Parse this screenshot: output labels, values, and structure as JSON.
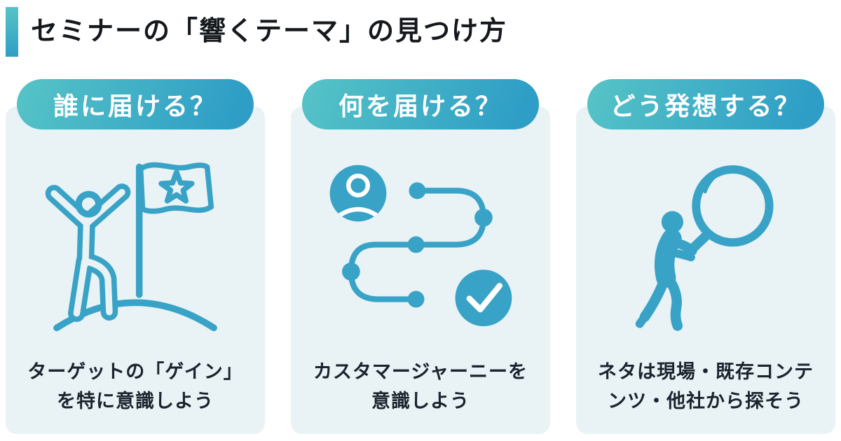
{
  "header": {
    "title": "セミナーの「響くテーマ」の見つけ方"
  },
  "colors": {
    "teal": "#38a3c6",
    "card-bg": "#e9f2f5",
    "pill-start": "#56c4c6",
    "pill-end": "#2f9ec6",
    "text-dark": "#1b242e",
    "title-color": "#15191d"
  },
  "cards": [
    {
      "title": "誰に届ける？",
      "icon": "goal-flag-icon",
      "caption_lines": [
        "ターゲットの「ゲイン」",
        "を特に意識しよう"
      ]
    },
    {
      "title": "何を届ける？",
      "icon": "customer-journey-icon",
      "caption_lines": [
        "カスタマージャーニーを",
        "意識しよう"
      ]
    },
    {
      "title": "どう発想する？",
      "icon": "search-idea-icon",
      "caption_lines": [
        "ネタは現場・既存コンテ",
        "ンツ・他社から探そう"
      ]
    }
  ]
}
